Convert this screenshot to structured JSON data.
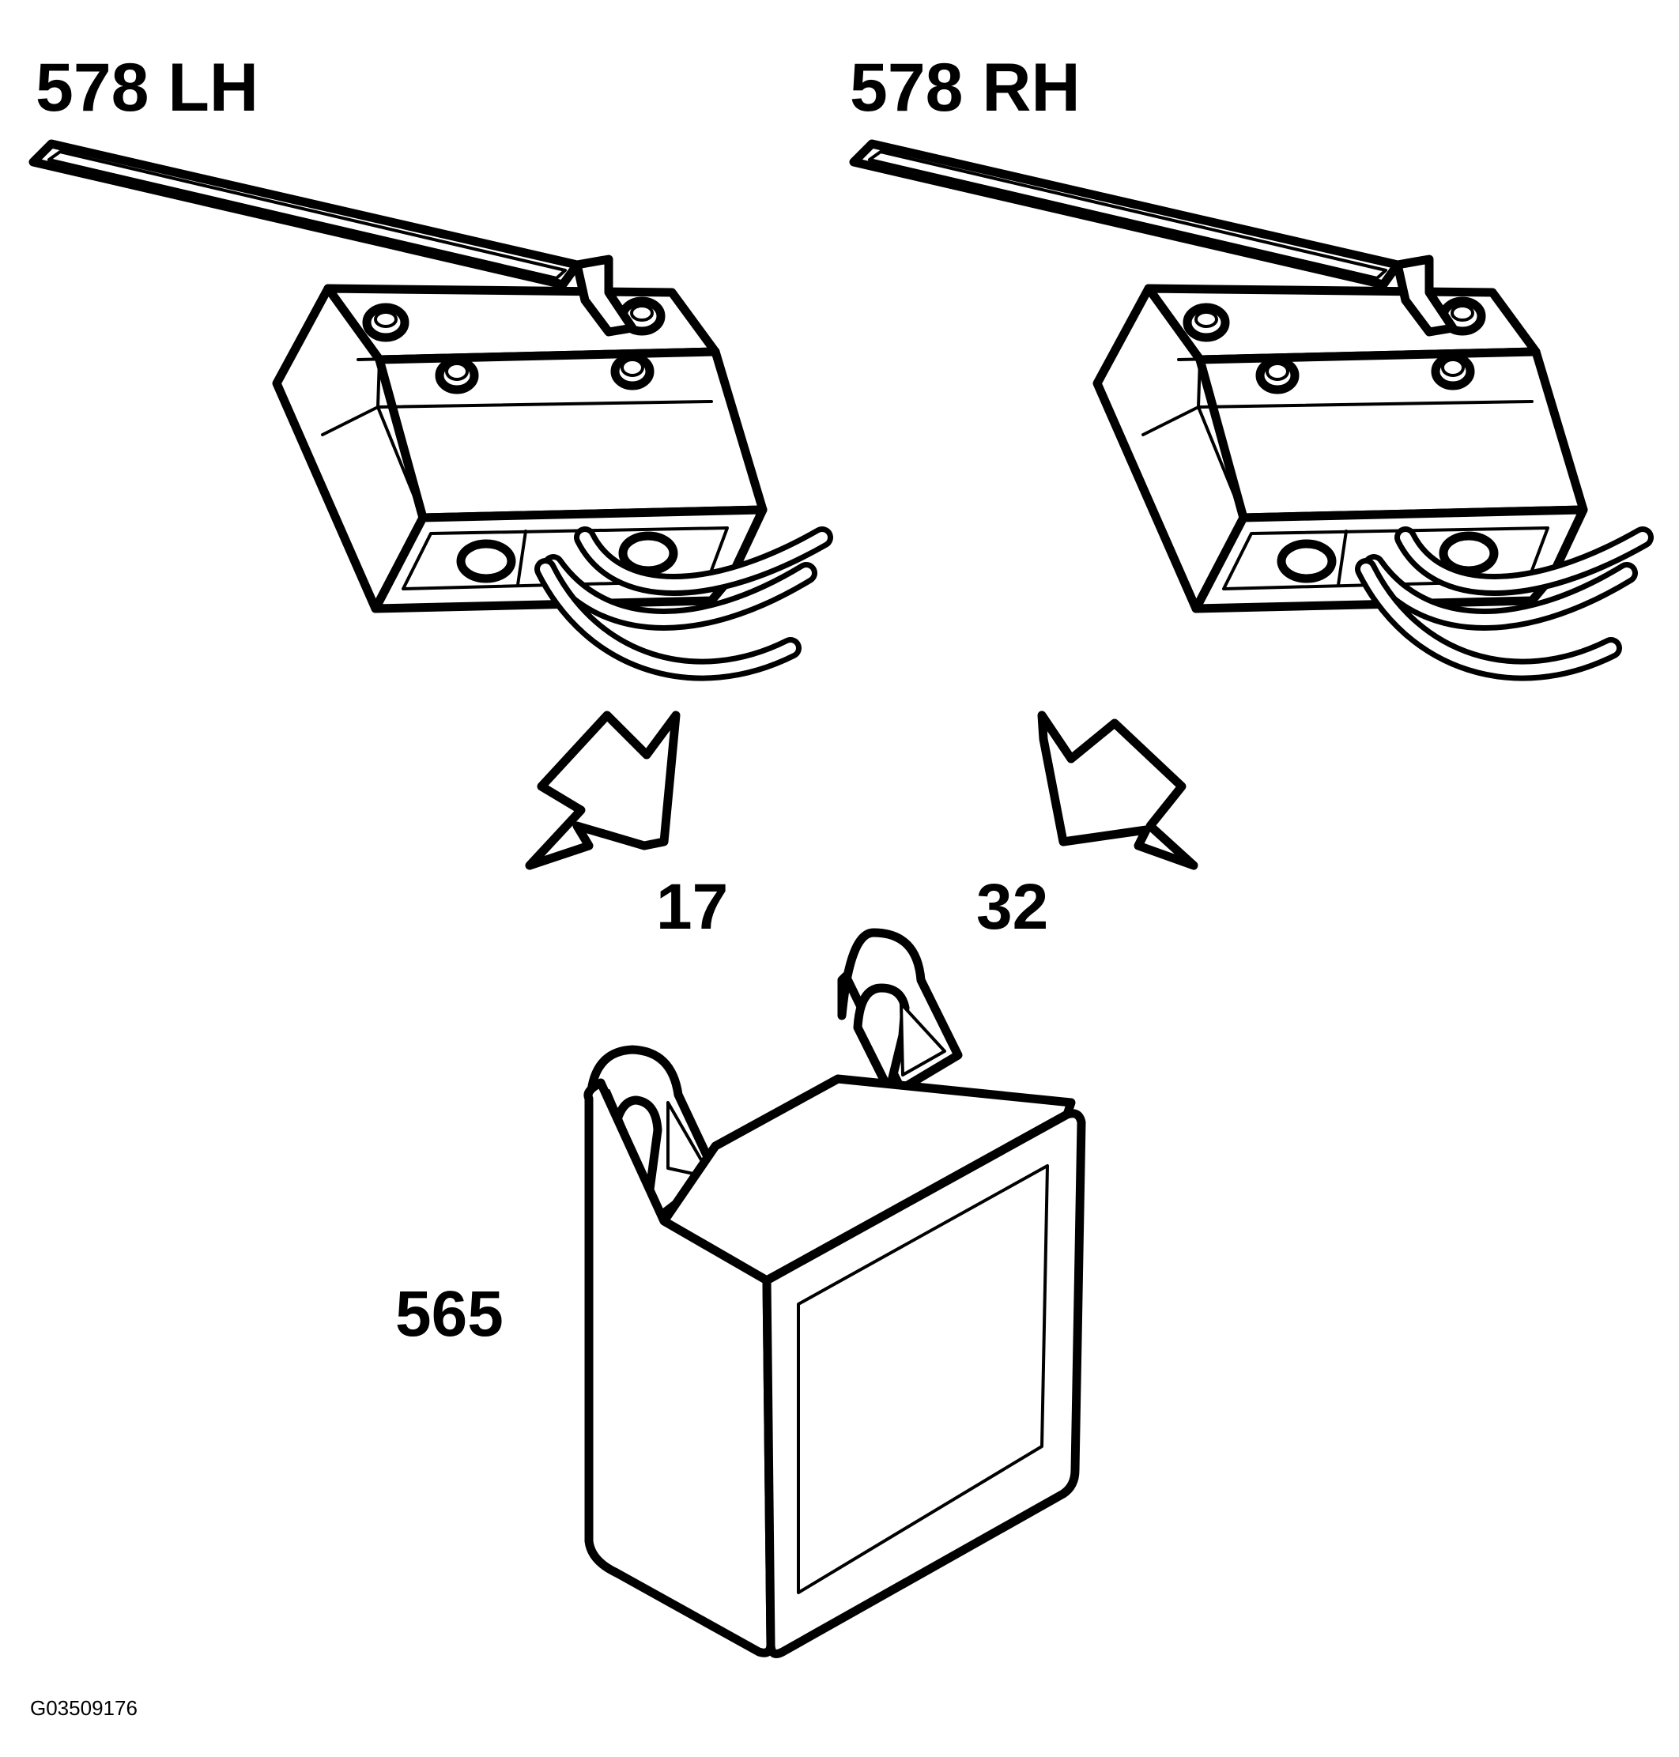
{
  "callouts": {
    "switch_lh": "578 LH",
    "switch_rh": "578 RH",
    "pin_lh": "17",
    "pin_rh": "32",
    "module": "565"
  },
  "figure_id": "G03509176"
}
